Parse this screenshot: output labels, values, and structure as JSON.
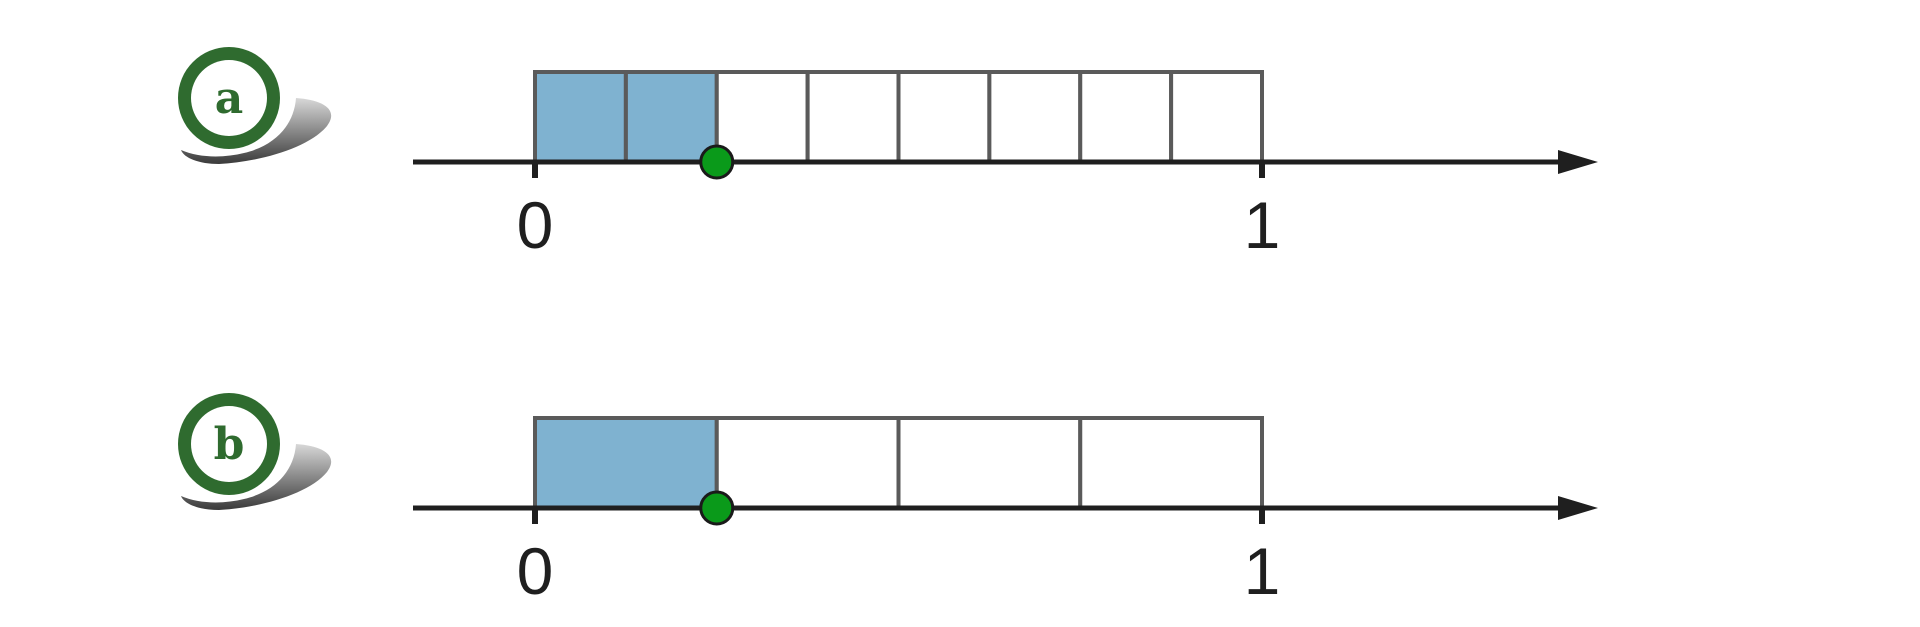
{
  "colors": {
    "axis": "#1f1f1f",
    "cell_border": "#5a5a5a",
    "shaded_fill": "#7fb2d0",
    "point_fill": "#0a9a1a",
    "point_stroke": "#1a1a1a",
    "badge_green": "#2f6b2f"
  },
  "diagrams": [
    {
      "badge": "a",
      "axis_labels": {
        "start": "0",
        "end": "1"
      },
      "divisions": 8,
      "shaded_parts": 2,
      "point_value": 0.25
    },
    {
      "badge": "b",
      "axis_labels": {
        "start": "0",
        "end": "1"
      },
      "divisions": 4,
      "shaded_parts": 1,
      "point_value": 0.25
    }
  ]
}
